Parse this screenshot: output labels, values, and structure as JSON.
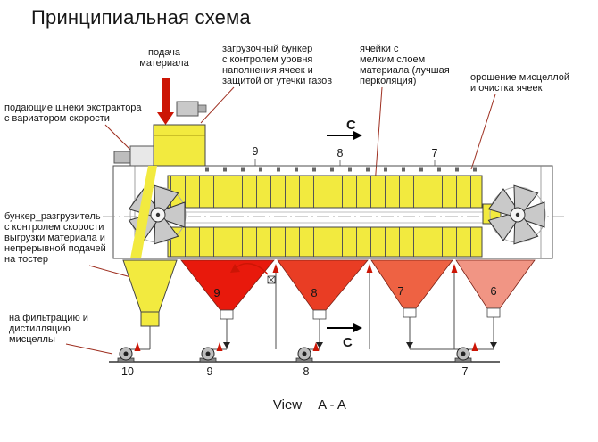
{
  "title": "Принципиальная схема",
  "view_label": {
    "prefix": "View",
    "suffix": "A - A"
  },
  "section_marker": "C",
  "labels": {
    "feed": [
      "подача",
      "материала"
    ],
    "loading_hopper": [
      "загрузочный бункер",
      "с контролем уровня",
      "наполнения ячеек и",
      "защитой от утечки газов"
    ],
    "cells": [
      "ячейки с",
      "мелким слоем",
      "материала (лучшая",
      "перколяция)"
    ],
    "irrigation": [
      "орошение мисцеллой",
      "и очистка ячеек"
    ],
    "feed_screws": [
      "подающие шнеки экстрактора",
      "с вариатором скорости"
    ],
    "discharge_hopper": [
      "бункер_разгрузитель",
      "с контролем скорости",
      "выгрузки материала и",
      "непрерывной подачей",
      "на тостер"
    ],
    "filtration": [
      "на фильтрацию и",
      "дистилляцию",
      "мисцеллы"
    ]
  },
  "stage_numbers_top": [
    "9",
    "8",
    "7"
  ],
  "hopper_numbers": [
    "9",
    "8",
    "7",
    "6"
  ],
  "pump_numbers": [
    "10",
    "9",
    "8",
    "7"
  ],
  "colors": {
    "cell_yellow": "#f2ea3f",
    "hopper_yellow": "#f2ea3f",
    "feed_arrow_red": "#cc1505",
    "spray_red": "#cc1505",
    "funnel_colors": [
      "#e8190c",
      "#e93d24",
      "#ee6243",
      "#f19584"
    ],
    "machine_outline": "#4d4d4d"
  }
}
